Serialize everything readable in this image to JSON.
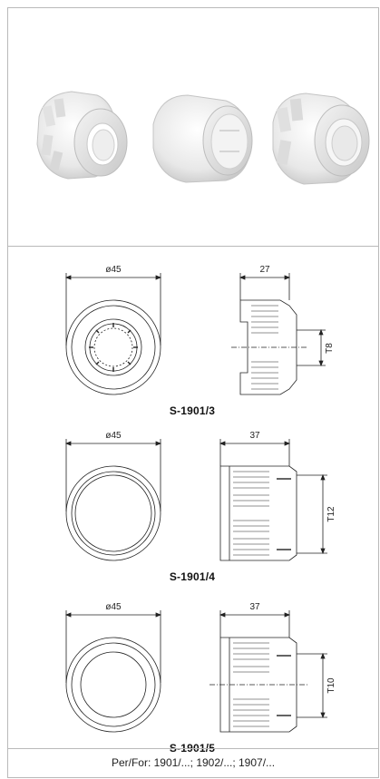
{
  "photo": {
    "caps": [
      {
        "name": "cap-ribbed-large-opening"
      },
      {
        "name": "cap-smooth"
      },
      {
        "name": "cap-ribbed-small-opening"
      }
    ]
  },
  "drawings": [
    {
      "model": "S-1901/3",
      "diameter_label": "ø45",
      "depth_label": "27",
      "thread_label": "T8"
    },
    {
      "model": "S-1901/4",
      "diameter_label": "ø45",
      "depth_label": "37",
      "thread_label": "T12"
    },
    {
      "model": "S-1901/5",
      "diameter_label": "ø45",
      "depth_label": "37",
      "thread_label": "T10"
    }
  ],
  "footer": {
    "text": "Per/For: 1901/...; 1902/...; 1907/..."
  }
}
